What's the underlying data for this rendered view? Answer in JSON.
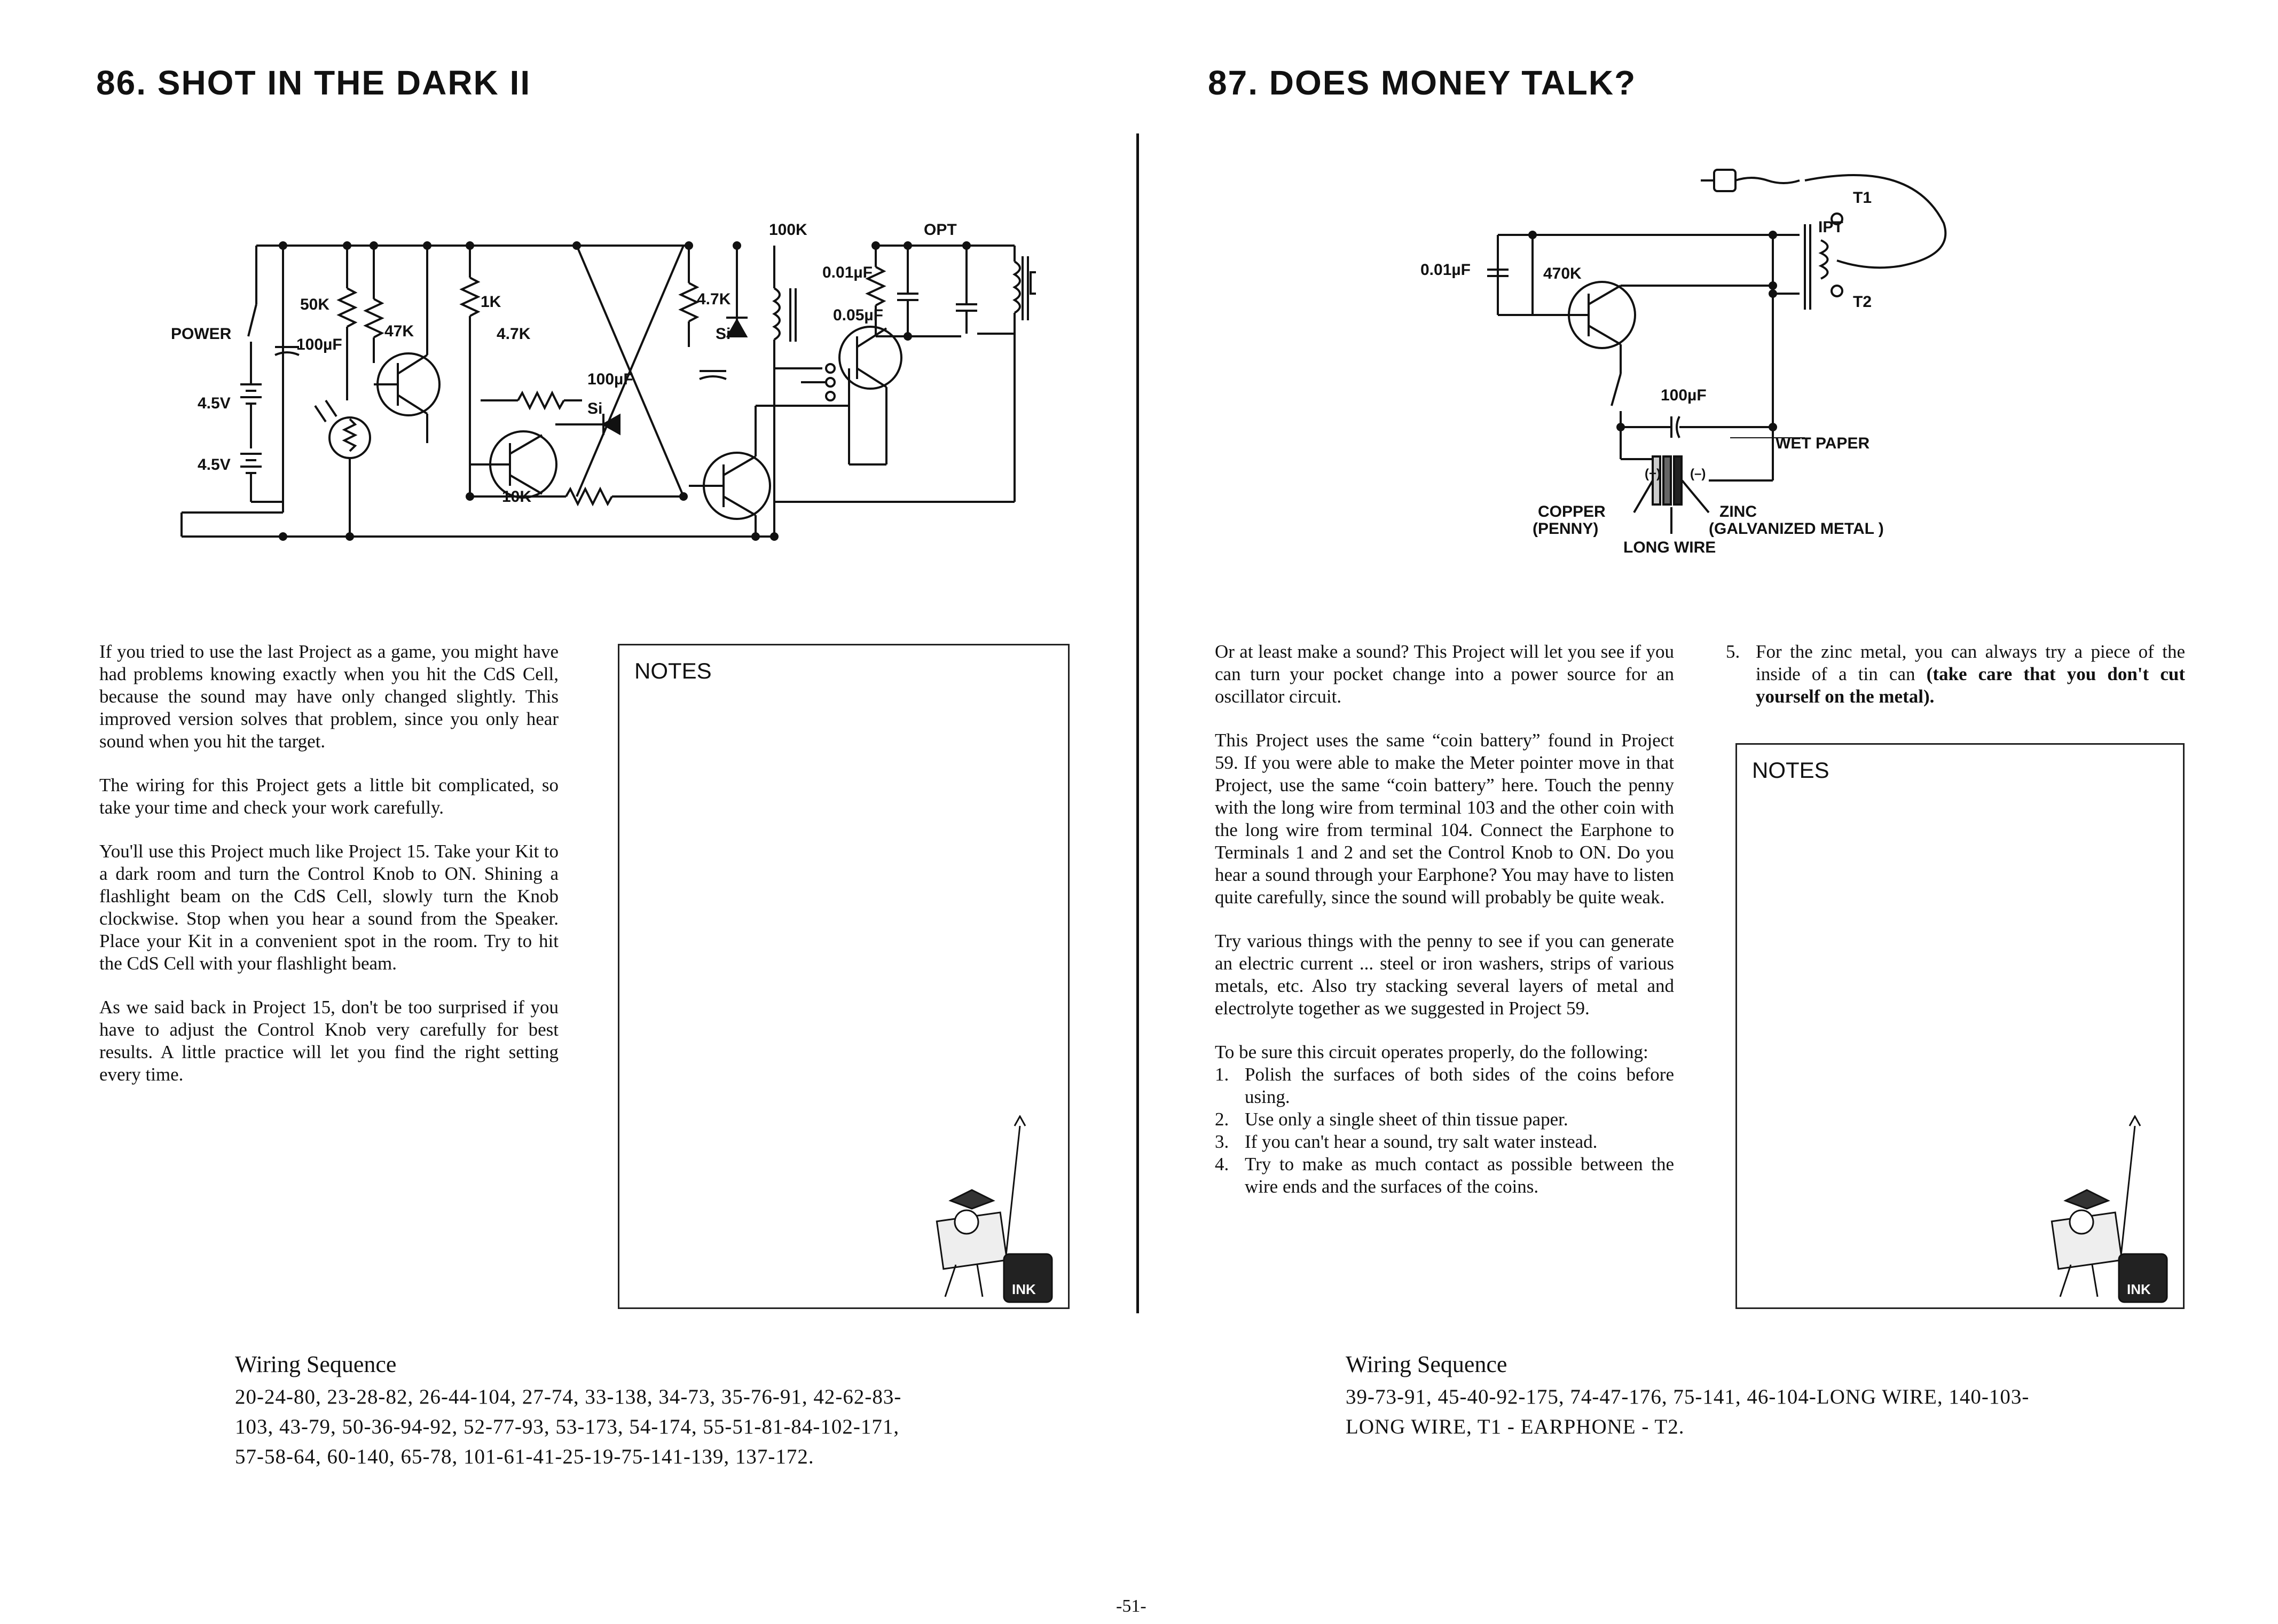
{
  "left": {
    "title": "86. SHOT IN THE DARK II",
    "circuit": {
      "labels": {
        "power": "POWER",
        "bat1": "4.5V",
        "bat2": "4.5V",
        "r50k": "50K",
        "c100a": "100µF",
        "r47k": "47K",
        "r1k": "1K",
        "r47k2": "4.7K",
        "r47k3": "4.7K",
        "si1": "Si",
        "si2": "Si",
        "c100b": "100µF",
        "r10k": "10K",
        "r100k": "100K",
        "c001": "0.01µF",
        "c005": "0.05µF",
        "opt": "OPT"
      }
    },
    "paragraphs": [
      "If you tried to use the last Project as a game, you might have had problems knowing exactly when you hit the CdS Cell, because the sound may have only changed slightly. This improved version solves that problem, since you only hear sound when you hit the target.",
      "The wiring for this Project gets a little bit complicated, so take your time and check your work carefully.",
      "You'll use this Project much like Project 15. Take your Kit to a dark room and turn the Control Knob to ON. Shining a flashlight beam on the CdS Cell, slowly turn the Knob clockwise. Stop when you hear a sound from the Speaker. Place your Kit in a convenient spot in the room. Try to hit the CdS Cell with your flashlight beam.",
      "As we said back in Project 15, don't be too surprised if you have to adjust the Control Knob very carefully for best results. A little practice will let you find the right setting every time."
    ],
    "notes_label": "NOTES",
    "mascot_text": "INK",
    "wiring_heading": "Wiring Sequence",
    "wiring_lines": [
      "20-24-80, 23-28-82, 26-44-104, 27-74, 33-138, 34-73, 35-76-91, 42-62-83-",
      "103, 43-79, 50-36-94-92, 52-77-93, 53-173, 54-174, 55-51-81-84-102-171,",
      "57-58-64, 60-140, 65-78, 101-61-41-25-19-75-141-139, 137-172."
    ]
  },
  "right": {
    "title": "87. DOES MONEY TALK?",
    "circuit": {
      "labels": {
        "c001": "0.01µF",
        "r470k": "470K",
        "c100": "100µF",
        "t1": "T1",
        "ipt": "IPT",
        "t2": "T2",
        "wet": "WET PAPER",
        "copper": "COPPER",
        "penny": "(PENNY)",
        "zinc": "ZINC",
        "galv": "(GALVANIZED METAL )",
        "longwire": "LONG WIRE",
        "plus": "(+)",
        "minus": "(–)"
      }
    },
    "paragraphs": [
      "Or at least make a sound? This Project will let you see if you can turn your pocket change into a power source for an oscillator circuit.",
      "This Project uses the same “coin battery” found in Project 59. If you were able to make the Meter pointer move in that Project, use the same “coin battery” here. Touch the penny with the long wire from terminal 103 and the other coin with the long wire from terminal 104. Connect the Earphone to Terminals 1 and 2 and set the Control Knob to ON. Do you hear a sound through your Earphone? You may have to listen quite carefully, since the sound will probably be quite weak.",
      "Try various things with the penny to see if you can generate an electric current ... steel or iron washers, strips of various metals, etc. Also try stacking several layers of metal and electrolyte together as we suggested in Project 59."
    ],
    "steps_intro": "To be sure this circuit operates properly, do the following:",
    "steps": [
      {
        "n": "1.",
        "text": "Polish the surfaces of both sides of the coins before using."
      },
      {
        "n": "2.",
        "text": "Use only a single sheet of thin tissue paper."
      },
      {
        "n": "3.",
        "text": "If you can't hear a sound, try salt water instead."
      },
      {
        "n": "4.",
        "text": "Try to make as much contact as possible between the wire ends and the surfaces of the coins."
      }
    ],
    "step5_n": "5.",
    "step5_text": "For the zinc metal, you can always try a piece of the inside of a tin can",
    "step5_bold": "(take care that you don't cut yourself on the metal).",
    "notes_label": "NOTES",
    "mascot_text": "INK",
    "wiring_heading": "Wiring Sequence",
    "wiring_lines": [
      "39-73-91, 45-40-92-175, 74-47-176, 75-141, 46-104-LONG WIRE, 140-103-",
      "LONG WIRE, T1 - EARPHONE - T2."
    ]
  },
  "page_number": "-51-"
}
